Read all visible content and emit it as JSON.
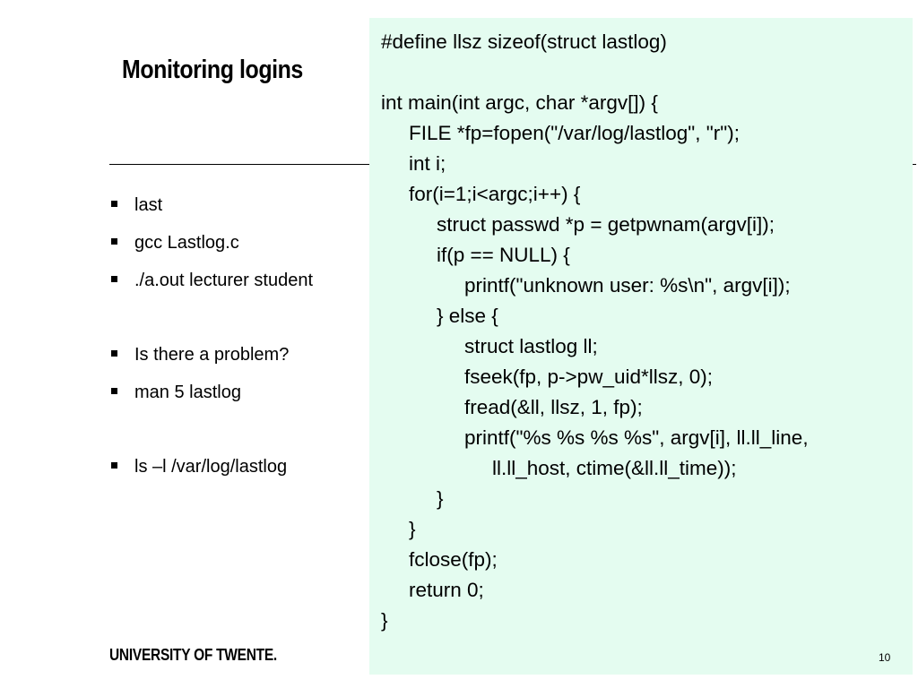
{
  "slide": {
    "title": "Monitoring logins",
    "page_number": "10"
  },
  "footer": {
    "logo_text": "UNIVERSITY OF TWENTE."
  },
  "bullets": [
    "last",
    "gcc Lastlog.c",
    "./a.out lecturer student",
    "Is there a problem?",
    "man 5 lastlog",
    "ls –l /var/log/lastlog"
  ],
  "code_lines": [
    "#define llsz sizeof(struct lastlog)",
    "int main(int argc, char *argv[]) {",
    "FILE *fp=fopen(\"/var/log/lastlog\", \"r\");",
    "int i;",
    "for(i=1;i<argc;i++) {",
    "struct passwd *p = getpwnam(argv[i]);",
    "if(p == NULL) {",
    "printf(\"unknown user: %s\\n\", argv[i]);",
    "} else {",
    "struct lastlog ll;",
    "fseek(fp, p->pw_uid*llsz, 0);",
    "fread(&ll, llsz, 1, fp);",
    "printf(\"%s %s %s %s\", argv[i], ll.ll_line,",
    "ll.ll_host, ctime(&ll.ll_time));",
    "}",
    "}",
    "fclose(fp);",
    "return 0;",
    "}"
  ],
  "colors": {
    "code_panel_background": "#e4fcf0",
    "text": "#000000",
    "rule": "#000000"
  }
}
